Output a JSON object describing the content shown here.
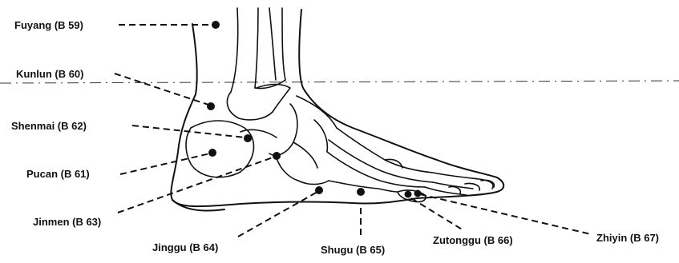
{
  "points": [
    {
      "id": "fuyang",
      "label": "Fuyang (B 59)"
    },
    {
      "id": "kunlun",
      "label": "Kunlun (B 60)"
    },
    {
      "id": "shenmai",
      "label": "Shenmai (B 62)"
    },
    {
      "id": "pucan",
      "label": "Pucan (B 61)"
    },
    {
      "id": "jinmen",
      "label": "Jinmen (B 63)"
    },
    {
      "id": "jinggu",
      "label": "Jinggu (B 64)"
    },
    {
      "id": "shugu",
      "label": "Shugu (B 65)"
    },
    {
      "id": "zutonggu",
      "label": "Zutonggu (B 66)"
    },
    {
      "id": "zhiyin",
      "label": "Zhiyin (B 67)"
    }
  ],
  "colors": {
    "ink": "#111111",
    "background": "#ffffff"
  }
}
